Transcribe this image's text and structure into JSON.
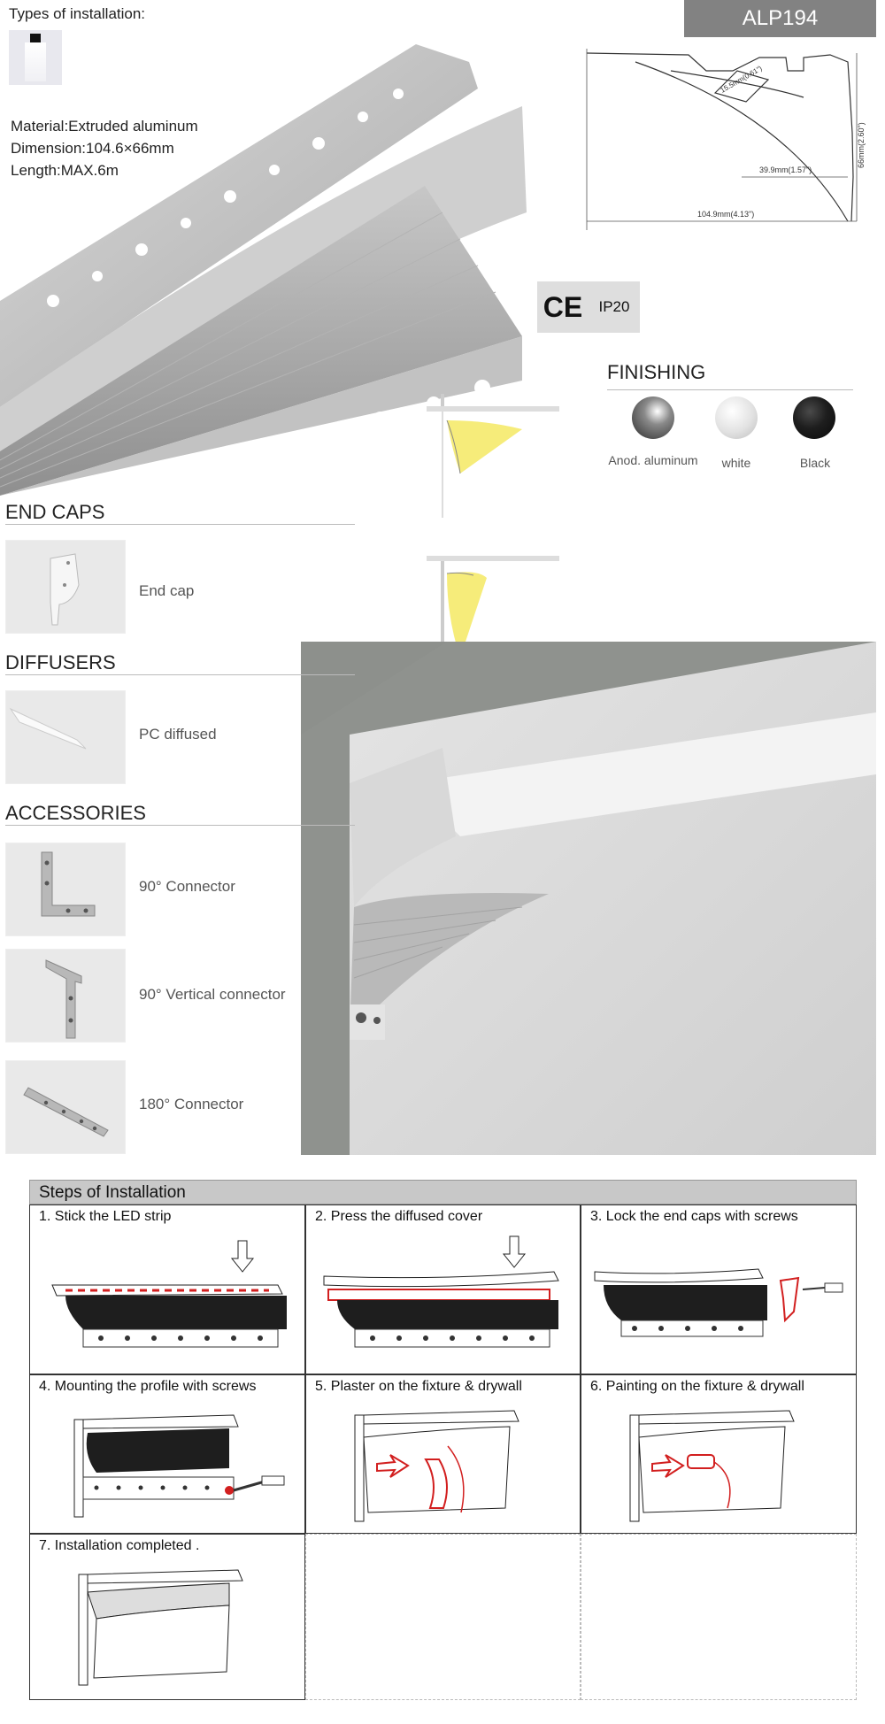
{
  "header": {
    "types_label": "Types of installation:",
    "model": "ALP194",
    "specs": [
      "Material:Extruded aluminum",
      "Dimension:104.6×66mm",
      "Length:MAX.6m"
    ]
  },
  "drawing": {
    "width_dim": "104.9mm(4.13\")",
    "height_dim": "66mm(2.60\")",
    "inner_dim": "39.9mm(1.57\")",
    "slot_dim": "15.5mm(0.61\")"
  },
  "certifications": {
    "ce": "CE",
    "ip": "IP20"
  },
  "finishing": {
    "title": "FINISHING",
    "options": [
      {
        "label": "Anod. aluminum",
        "color": "#8a8a8a"
      },
      {
        "label": "white",
        "color": "#e2e2e2"
      },
      {
        "label": "Black",
        "color": "#1e1e1e"
      }
    ]
  },
  "end_caps": {
    "title": "END CAPS",
    "items": [
      {
        "label": "End cap",
        "icon": "end-cap-icon"
      }
    ]
  },
  "diffusers": {
    "title": "DIFFUSERS",
    "items": [
      {
        "label": "PC diffused",
        "icon": "diffuser-strip-icon"
      }
    ]
  },
  "accessories": {
    "title": "ACCESSORIES",
    "items": [
      {
        "label": "90° Connector",
        "icon": "l-connector-icon"
      },
      {
        "label": "90° Vertical connector",
        "icon": "vertical-connector-icon"
      },
      {
        "label": "180° Connector",
        "icon": "straight-connector-icon"
      }
    ]
  },
  "steps": {
    "title": "Steps of Installation",
    "items": [
      {
        "label": "1.    Stick the LED strip"
      },
      {
        "label": "2.    Press the diffused cover"
      },
      {
        "label": "3.    Lock the end caps with screws"
      },
      {
        "label": "4.    Mounting the profile with screws"
      },
      {
        "label": "5.    Plaster on the fixture & drywall"
      },
      {
        "label": "6.    Painting on the fixture & drywall"
      },
      {
        "label": "7.    Installation completed ."
      }
    ]
  },
  "colors": {
    "accent_red": "#d21f1f",
    "light_yellow": "#f6ec7a",
    "concrete": "#8d908c"
  }
}
